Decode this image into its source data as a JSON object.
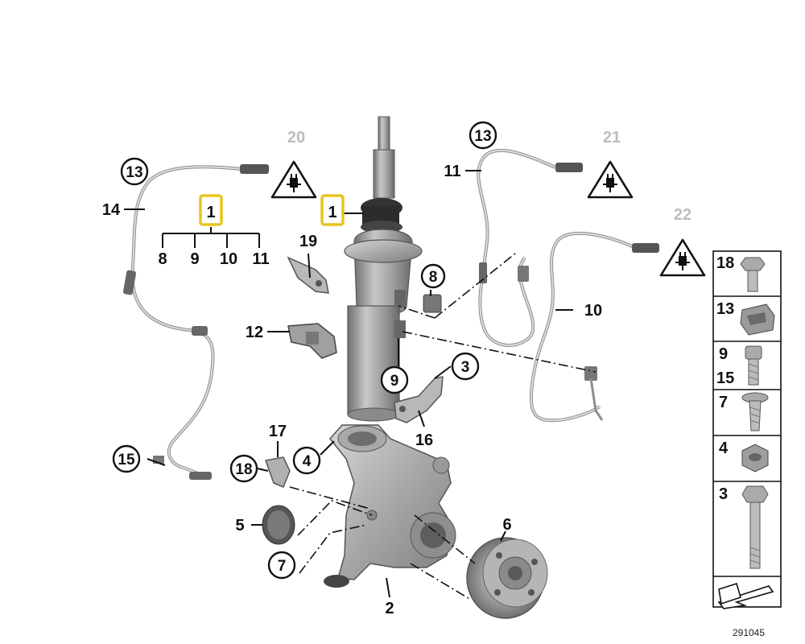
{
  "callouts": {
    "c20": "20",
    "c21": "21",
    "c22": "22",
    "c13a": "13",
    "c13b": "13",
    "c14": "14",
    "c1a": "1",
    "c1b": "1",
    "c8a": "8",
    "c9a": "9",
    "c10a": "10",
    "c11a": "11",
    "c19": "19",
    "c8b": "8",
    "c11b": "11",
    "c10b": "10",
    "c12": "12",
    "c9b": "9",
    "c3": "3",
    "c16": "16",
    "c17": "17",
    "c15": "15",
    "c18": "18",
    "c4": "4",
    "c5": "5",
    "c7": "7",
    "c6": "6",
    "c2": "2"
  },
  "side_panel": {
    "r18": "18",
    "r13": "13",
    "r9": "9",
    "r15": "15",
    "r7": "7",
    "r4": "4",
    "r3": "3"
  },
  "diagram_number": "291045",
  "icons": [
    "plug-warning-icon",
    "arrow-icon"
  ],
  "colors": {
    "highlight": "#e8c51e",
    "grey_callout": "#bdbdbd",
    "part": "#9a9a9a"
  }
}
